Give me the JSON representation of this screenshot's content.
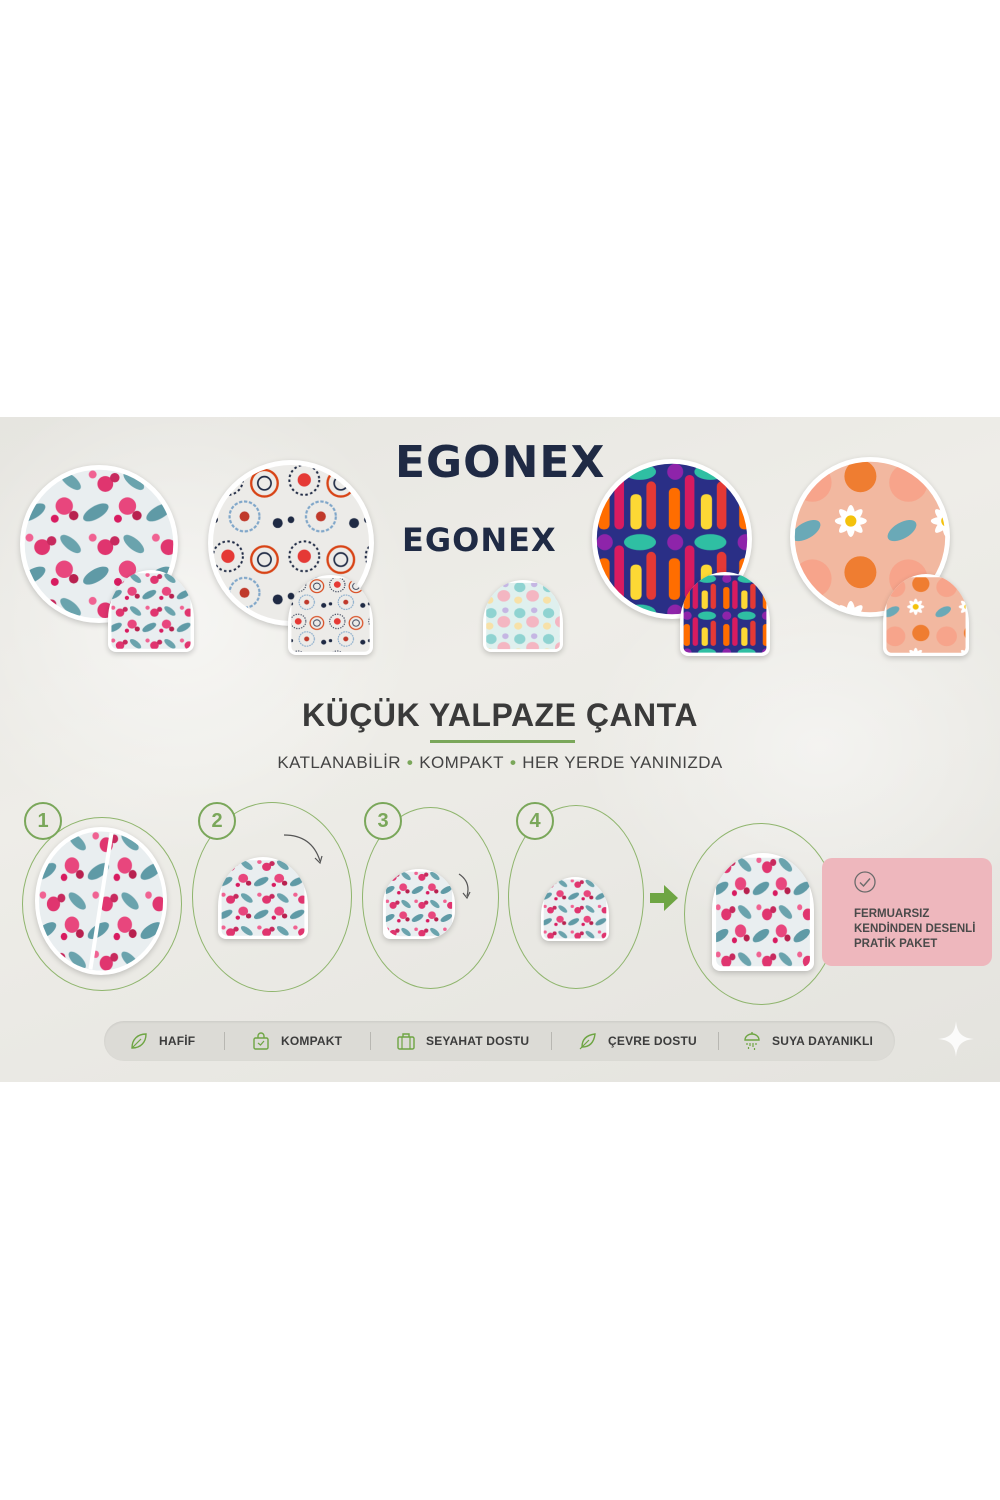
{
  "brand": {
    "logo_large": "EGONEX",
    "logo_small": "EGONEX"
  },
  "product": {
    "title": "KÜÇÜK YALPAZE ÇANTA",
    "tagline": [
      "KATLANABİLİR",
      "KOMPAKT",
      "HER YERDE YANINIZDA"
    ],
    "tagline_separator": "•"
  },
  "steps": [
    {
      "number": "1"
    },
    {
      "number": "2"
    },
    {
      "number": "3"
    },
    {
      "number": "4"
    }
  ],
  "callout": {
    "lines": [
      "FERMUARSIZ",
      "KENDİNDEN DESENLİ",
      "PRATİK PAKET"
    ],
    "color": "#eeb7bd"
  },
  "features": [
    {
      "label": "HAFİF",
      "icon": "leaf-icon"
    },
    {
      "label": "KOMPAKT",
      "icon": "bag-icon"
    },
    {
      "label": "SEYAHAT DOSTU",
      "icon": "suitcase-icon"
    },
    {
      "label": "ÇEVRE DOSTU",
      "icon": "eco-leaf-icon"
    },
    {
      "label": "SUYA DAYANIKLI",
      "icon": "shower-icon"
    }
  ],
  "colors": {
    "accent_green": "#7aa75a",
    "brand_navy": "#1f2a44",
    "callout_pink": "#eeb7bd"
  }
}
